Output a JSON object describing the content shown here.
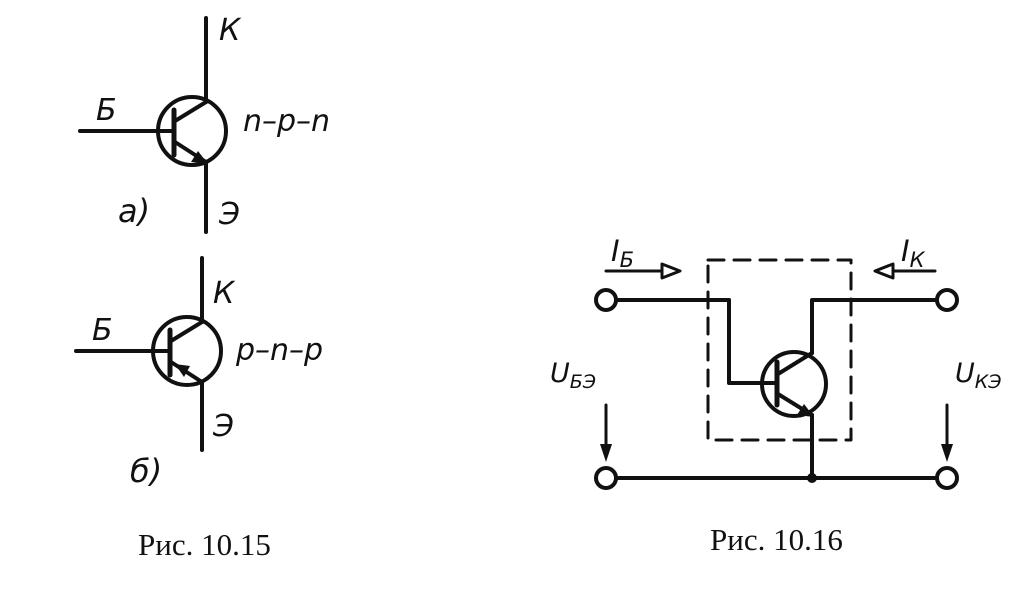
{
  "figure_a": {
    "label_collector": "К",
    "label_base": "Б",
    "label_emitter": "Э",
    "label_type": "n–p–n",
    "label_letter": "а)"
  },
  "figure_b": {
    "label_collector": "К",
    "label_base": "Б",
    "label_emitter": "Э",
    "label_type": "p–n–p",
    "label_letter": "б)"
  },
  "caption_left": "Рис. 10.15",
  "circuit": {
    "current_base_main": "I",
    "current_base_sub": "Б",
    "current_collector_main": "I",
    "current_collector_sub": "К",
    "voltage_be_main": "U",
    "voltage_be_sub": "БЭ",
    "voltage_ce_main": "U",
    "voltage_ce_sub": "КЭ"
  },
  "caption_right": "Рис. 10.16"
}
